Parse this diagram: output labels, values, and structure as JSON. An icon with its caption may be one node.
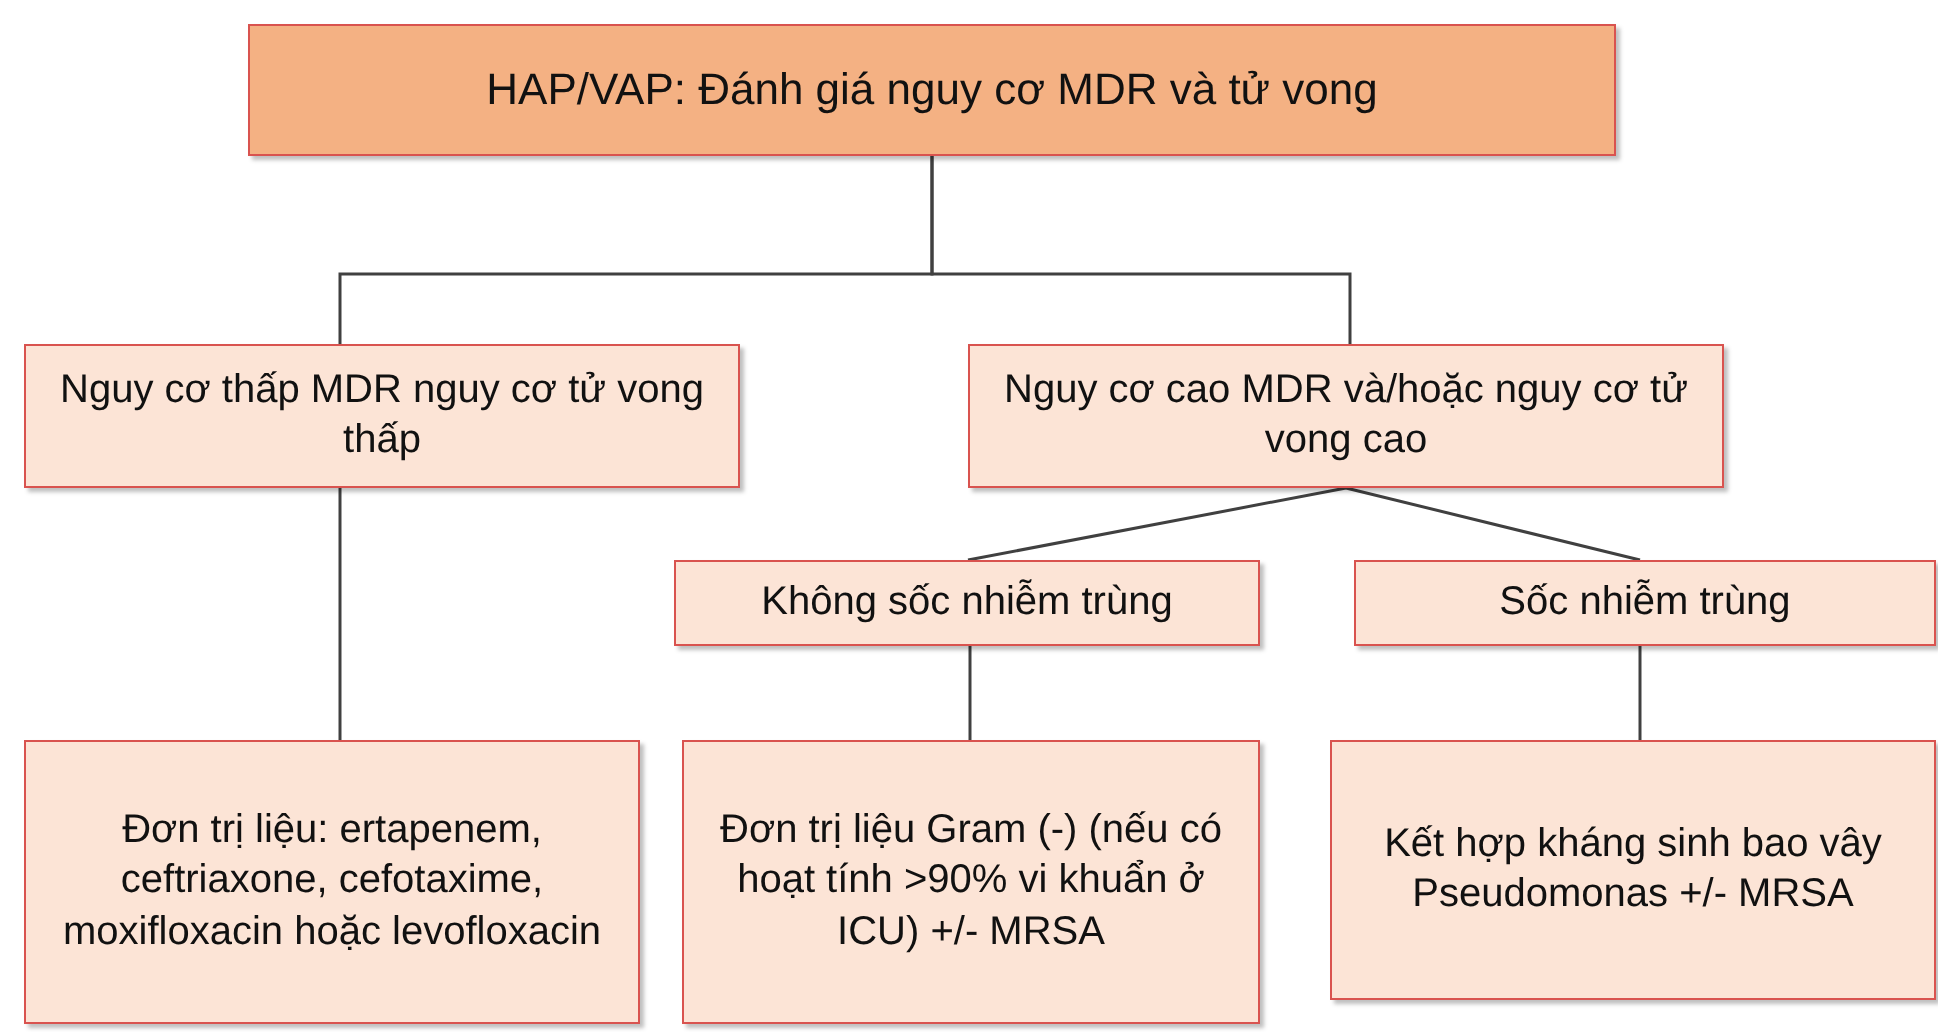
{
  "diagram": {
    "nodes": [
      {
        "text": [
          "HAP/VAP: Đánh giá nguy cơ MDR và tử vong"
        ]
      },
      {
        "text": [
          "Nguy cơ thấp MDR nguy cơ tử vong thấp"
        ]
      },
      {
        "text": [
          "Nguy cơ cao MDR và/hoặc nguy cơ tử vong cao"
        ]
      },
      {
        "text": [
          "Không sốc nhiễm trùng"
        ]
      },
      {
        "text": [
          "Sốc nhiễm trùng"
        ]
      },
      {
        "text": [
          "Đơn trị liệu: ertapenem, ceftriaxone, cefotaxime, moxifloxacin hoặc levofloxacin"
        ]
      },
      {
        "text": [
          "Đơn trị liệu Gram (-) (nếu có hoạt tính >90% vi khuẩn ở ICU) +/- MRSA"
        ]
      },
      {
        "text": [
          "Kết hợp kháng sinh bao vây Pseudomonas +/- MRSA"
        ]
      }
    ],
    "edges": [
      {
        "from": 0,
        "to": 1,
        "arrow": "none"
      },
      {
        "from": 0,
        "to": 2,
        "arrow": "none"
      },
      {
        "from": 2,
        "to": 3,
        "arrow": "none"
      },
      {
        "from": 2,
        "to": 4,
        "arrow": "none"
      },
      {
        "from": 1,
        "to": 5,
        "arrow": "none"
      },
      {
        "from": 3,
        "to": 6,
        "arrow": "none"
      },
      {
        "from": 4,
        "to": 7,
        "arrow": "none"
      }
    ]
  }
}
